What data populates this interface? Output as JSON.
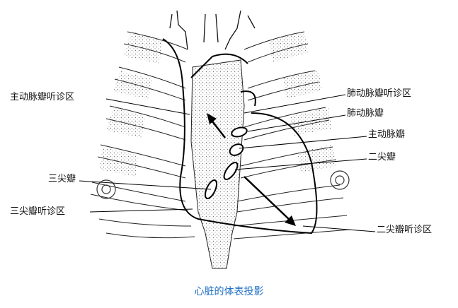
{
  "labels": {
    "aortic_area": "主动脉瓣听诊区",
    "tricuspid_valve": "三尖瓣",
    "tricuspid_area": "三尖瓣听诊区",
    "pulmonary_area": "肺动脉瓣听诊区",
    "pulmonary_valve": "肺动脉瓣",
    "aortic_valve": "主动脉瓣",
    "mitral_valve": "二尖瓣",
    "mitral_area": "二尖瓣听诊区"
  },
  "caption": "心脏的体表投影",
  "colors": {
    "caption": "#1f6fc4",
    "lines": "#111111",
    "stipple": "#888888"
  }
}
